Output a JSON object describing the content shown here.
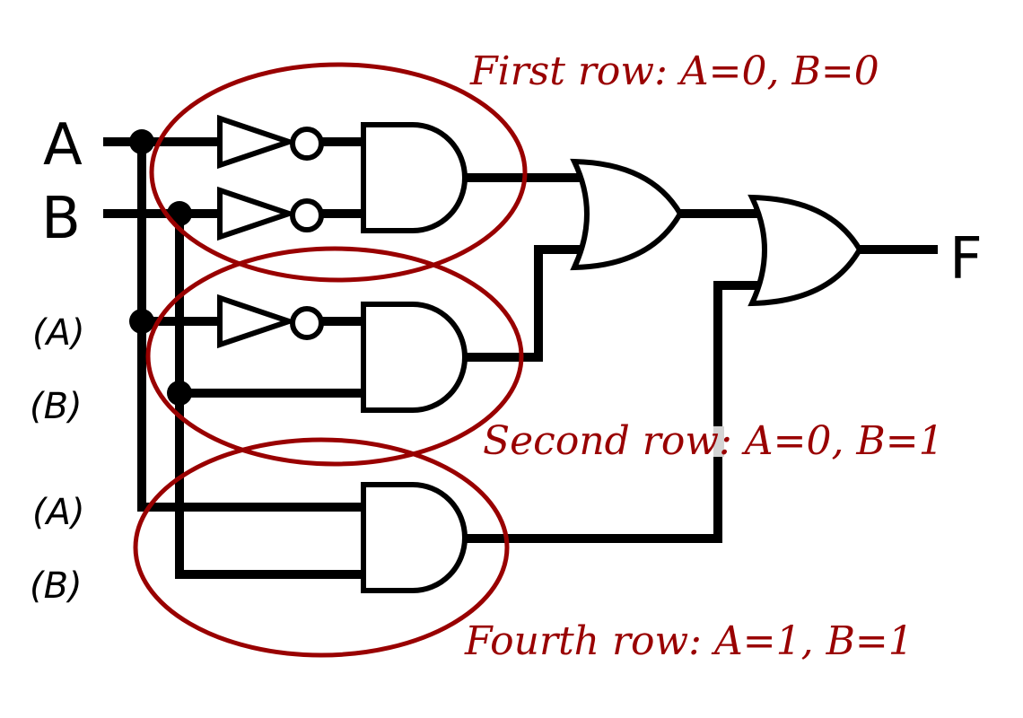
{
  "diagram": {
    "type": "logic-circuit",
    "description": "Sum-of-products circuit for F from truth table rows",
    "inputs": [
      {
        "id": "A",
        "label": "A"
      },
      {
        "id": "B",
        "label": "B"
      }
    ],
    "alias_labels": [
      "(A)",
      "(B)",
      "(A)",
      "(B)"
    ],
    "output": {
      "id": "F",
      "label": "F"
    },
    "gates": [
      {
        "id": "not-a",
        "type": "NOT",
        "input": "A"
      },
      {
        "id": "not-b",
        "type": "NOT",
        "input": "B"
      },
      {
        "id": "not-a2",
        "type": "NOT",
        "input": "A"
      },
      {
        "id": "and1",
        "type": "AND",
        "inputs": [
          "NOT A",
          "NOT B"
        ]
      },
      {
        "id": "and2",
        "type": "AND",
        "inputs": [
          "NOT A",
          "B"
        ]
      },
      {
        "id": "and3",
        "type": "AND",
        "inputs": [
          "A",
          "B"
        ]
      },
      {
        "id": "or1",
        "type": "OR",
        "inputs": [
          "and1",
          "and2"
        ]
      },
      {
        "id": "or2",
        "type": "OR",
        "inputs": [
          "or1",
          "and3"
        ]
      }
    ],
    "annotations": [
      {
        "text": "First row: A=0, B=0",
        "group": "and1"
      },
      {
        "text": "Second row: A=0, B=1",
        "group": "and2"
      },
      {
        "text": "Fourth row: A=1, B=1",
        "group": "and3"
      }
    ],
    "colors": {
      "wire": "#000000",
      "annotation": "#990000",
      "label_background": "#d3d3d3"
    }
  }
}
